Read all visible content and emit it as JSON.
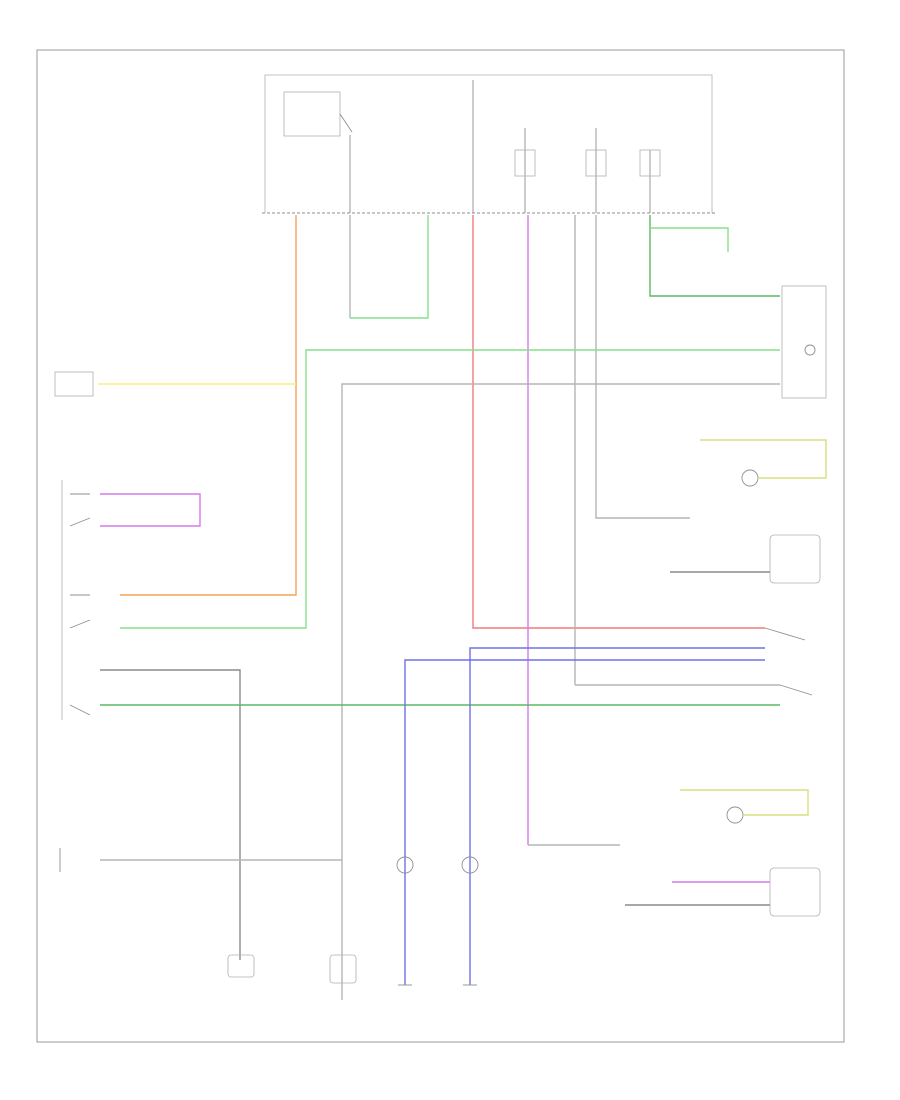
{
  "diagram": {
    "footer_code": "",
    "colors": {
      "orange": "#f4a259",
      "green": "#86e08a",
      "dark_green": "#5cb865",
      "yellow": "#f5f07a",
      "red": "#f07a7a",
      "magenta": "#d67ae8",
      "blue": "#6e72e6",
      "light_olive": "#d9de7e",
      "gray": "#b5b5b5"
    },
    "components": [
      {
        "id": "fuse-relay-box",
        "label": ""
      },
      {
        "id": "headlight-switch",
        "label": ""
      },
      {
        "id": "auto-light-control-module",
        "label": ""
      },
      {
        "id": "auto-leveling-control-module",
        "label": ""
      },
      {
        "id": "headlight-leveling-motor-left",
        "label": ""
      },
      {
        "id": "headlight-leveling-motor-right",
        "label": ""
      },
      {
        "id": "left-headlight",
        "label": ""
      },
      {
        "id": "right-headlight",
        "label": ""
      },
      {
        "id": "dimmer-relay",
        "label": ""
      },
      {
        "id": "left-front-turn-lamp",
        "label": ""
      },
      {
        "id": "right-front-turn-lamp",
        "label": ""
      },
      {
        "id": "instrument-cluster",
        "label": ""
      },
      {
        "id": "ground-left",
        "label": ""
      },
      {
        "id": "ground-right",
        "label": ""
      }
    ]
  }
}
